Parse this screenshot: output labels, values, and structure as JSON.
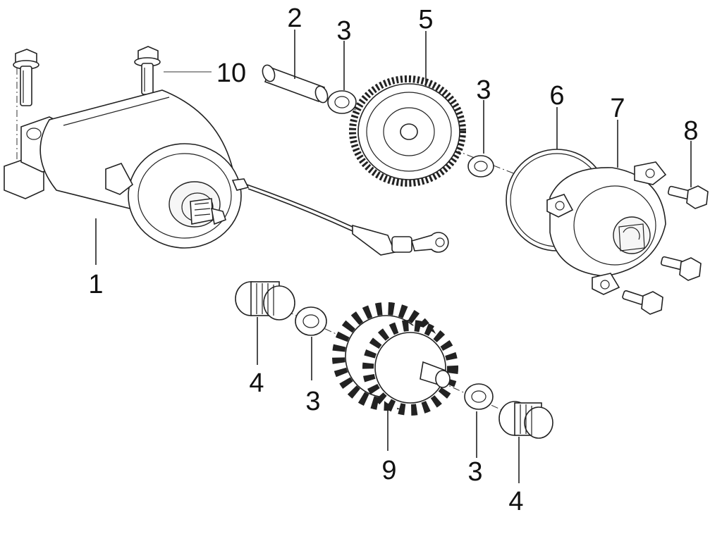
{
  "callouts": {
    "starter_motor": "1",
    "shaft": "2",
    "washer_a": "3",
    "washer_b": "3",
    "washer_c": "3",
    "washer_d": "3",
    "bearing_left": "4",
    "bearing_right": "4",
    "driven_gear": "5",
    "o_ring": "6",
    "gear_cover": "7",
    "cover_bolt": "8",
    "idle_gear": "9",
    "motor_bolt": "10"
  },
  "colors": {
    "line": "#222222",
    "leader_muted": "#9a9a9a",
    "background": "#ffffff"
  }
}
